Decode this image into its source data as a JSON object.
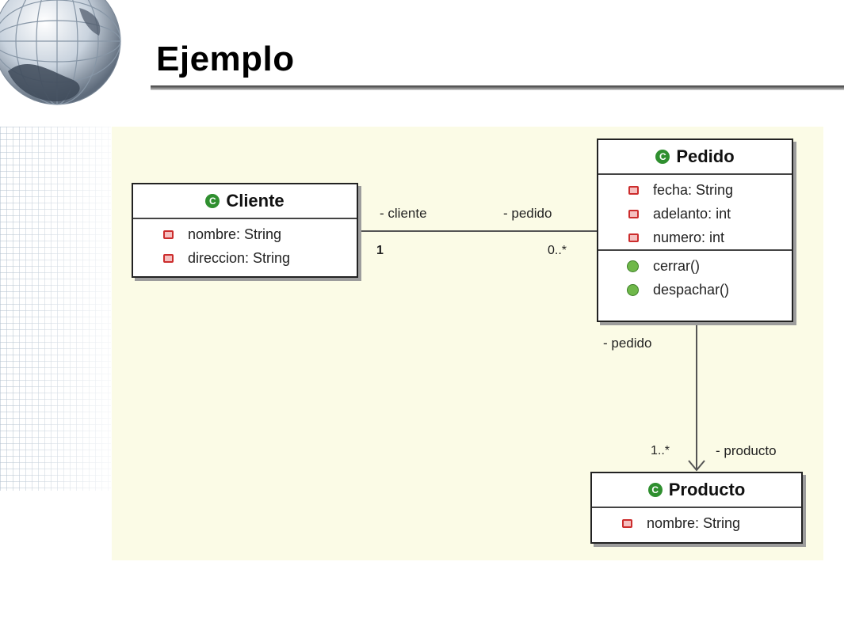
{
  "slide": {
    "title": "Ejemplo"
  },
  "diagram": {
    "classes": [
      {
        "id": "cliente",
        "name": "Cliente",
        "attributes": [
          "nombre: String",
          "direccion: String"
        ],
        "operations": []
      },
      {
        "id": "pedido",
        "name": "Pedido",
        "attributes": [
          "fecha: String",
          "adelanto: int",
          "numero: int"
        ],
        "operations": [
          "cerrar()",
          "despachar()"
        ]
      },
      {
        "id": "producto",
        "name": "Producto",
        "attributes": [
          "nombre: String"
        ],
        "operations": []
      }
    ],
    "associations": [
      {
        "from": "cliente",
        "to": "pedido",
        "from_role": "- cliente",
        "to_role": "- pedido",
        "from_mult": "1",
        "to_mult": "0..*"
      },
      {
        "from": "pedido",
        "to": "producto",
        "from_role": "- pedido",
        "to_role": "- producto",
        "to_mult": "1..*",
        "navigable_to": true
      }
    ],
    "class_icon_letter": "C",
    "colors": {
      "canvas": "#fbfbe6",
      "class_icon": "#2f8f2f",
      "attribute_icon": "#cc2d2d",
      "operation_icon": "#6fb84a"
    }
  }
}
